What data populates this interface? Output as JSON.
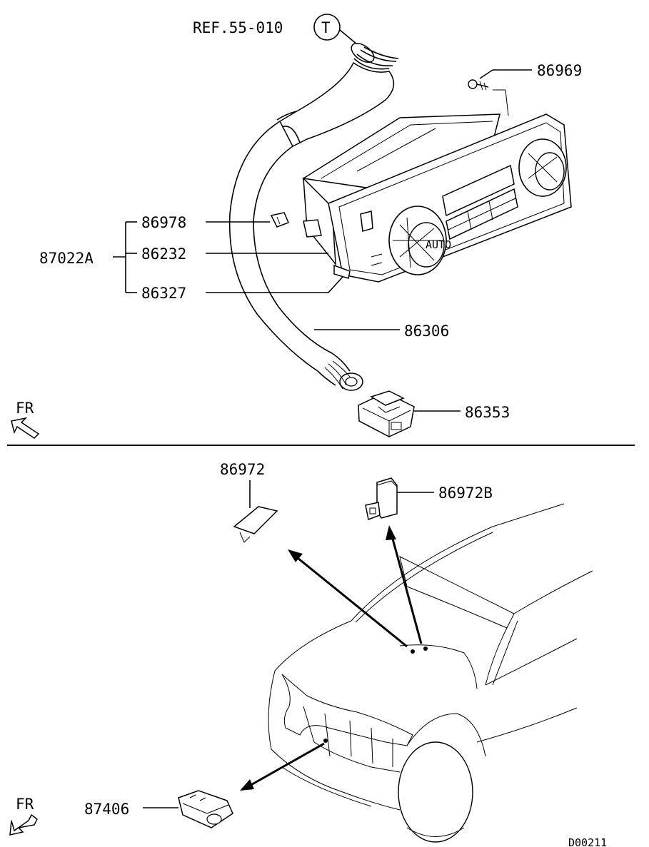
{
  "reference": {
    "ref_label": "REF.55-010",
    "ref_circle": "T"
  },
  "top_section": {
    "labels": {
      "p86969": "86969",
      "p86978": "86978",
      "p87022A": "87022A",
      "p86232": "86232",
      "p86327": "86327",
      "p86306": "86306",
      "p86353": "86353"
    },
    "front_indicator": "FR"
  },
  "bottom_section": {
    "labels": {
      "p86972": "86972",
      "p86972B": "86972B",
      "p87406": "87406"
    },
    "front_indicator": "FR"
  },
  "diagram_code": "D00211"
}
